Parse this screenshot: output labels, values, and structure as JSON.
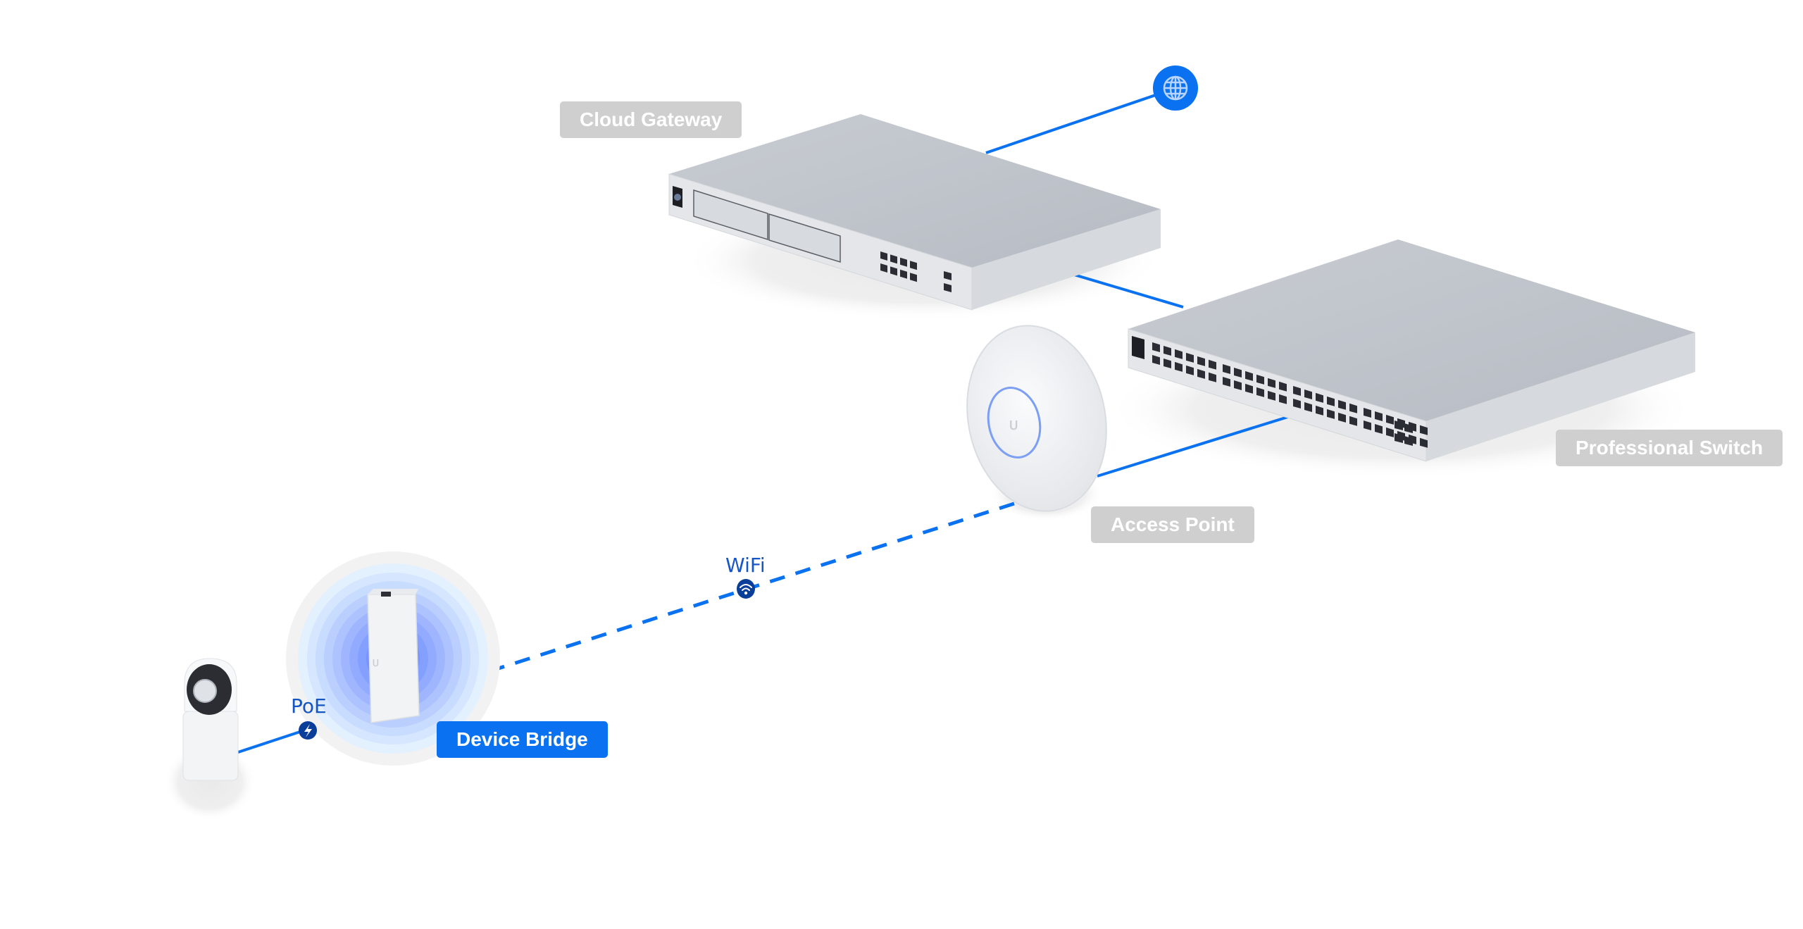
{
  "diagram": {
    "title": "Network topology",
    "colors": {
      "link": "#0a72f0",
      "link_dark": "#0a3f99",
      "label_inactive_bg": "#cfcfcf",
      "label_active_bg": "#0a72f0",
      "label_text": "#ffffff",
      "link_label_text": "#1656c4",
      "device_top": "#c2c6cd",
      "device_front": "#e6e8eb",
      "device_side": "#d2d5da"
    },
    "nodes": {
      "internet": {
        "name": "Internet",
        "icon": "globe-icon"
      },
      "cloud_gateway": {
        "label": "Cloud Gateway",
        "active": false,
        "ports": 8,
        "sfp": 2
      },
      "professional_switch": {
        "label": "Professional Switch",
        "active": false,
        "ports": 48,
        "sfp": 4
      },
      "access_point": {
        "label": "Access Point",
        "active": false
      },
      "device_bridge": {
        "label": "Device Bridge",
        "active": true
      },
      "camera": {
        "name": "Camera"
      }
    },
    "links": [
      {
        "from": "internet",
        "to": "cloud_gateway",
        "type": "wired",
        "label": ""
      },
      {
        "from": "cloud_gateway",
        "to": "professional_switch",
        "type": "wired",
        "label": ""
      },
      {
        "from": "professional_switch",
        "to": "access_point",
        "type": "wired",
        "label": ""
      },
      {
        "from": "access_point",
        "to": "device_bridge",
        "type": "wireless",
        "label": "WiFi",
        "icon": "wifi-icon"
      },
      {
        "from": "device_bridge",
        "to": "camera",
        "type": "wired",
        "label": "PoE",
        "icon": "lightning-icon"
      }
    ]
  }
}
